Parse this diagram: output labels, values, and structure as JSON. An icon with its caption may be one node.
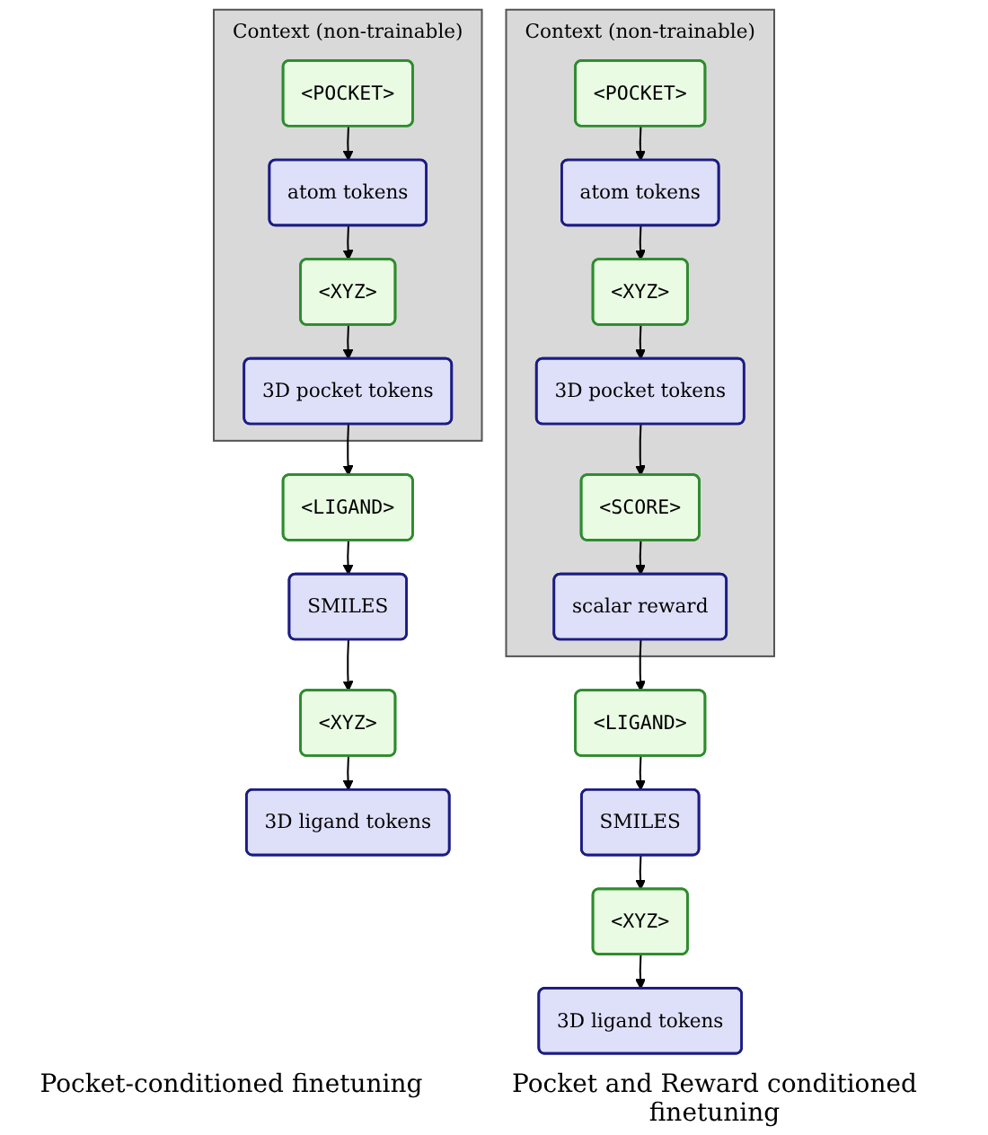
{
  "diagram": {
    "nodes": [
      {
        "text": [
          "Context (non-trainable)"
        ]
      },
      {
        "text": [
          "<POCKET>"
        ],
        "in": 0
      },
      {
        "text": [
          "atom tokens"
        ],
        "in": 0
      },
      {
        "text": [
          "<XYZ>"
        ],
        "in": 0
      },
      {
        "text": [
          "3D pocket tokens"
        ],
        "in": 0
      },
      {
        "text": [
          "<LIGAND>"
        ]
      },
      {
        "text": [
          "SMILES"
        ]
      },
      {
        "text": [
          "<XYZ>"
        ]
      },
      {
        "text": [
          "3D ligand tokens"
        ]
      },
      {
        "text": [
          "Context (non-trainable)"
        ]
      },
      {
        "text": [
          "<POCKET>"
        ],
        "in": 9
      },
      {
        "text": [
          "atom tokens"
        ],
        "in": 9
      },
      {
        "text": [
          "<XYZ>"
        ],
        "in": 9
      },
      {
        "text": [
          "3D pocket tokens"
        ],
        "in": 9
      },
      {
        "text": [
          "<SCORE>"
        ],
        "in": 9
      },
      {
        "text": [
          "scalar reward"
        ],
        "in": 9
      },
      {
        "text": [
          "<LIGAND>"
        ]
      },
      {
        "text": [
          "SMILES"
        ]
      },
      {
        "text": [
          "<XYZ>"
        ]
      },
      {
        "text": [
          "3D ligand tokens"
        ]
      }
    ],
    "edges": [
      {
        "from": 1,
        "to": 2,
        "arrow": "to"
      },
      {
        "from": 2,
        "to": 3,
        "arrow": "to"
      },
      {
        "from": 3,
        "to": 4,
        "arrow": "to"
      },
      {
        "from": 4,
        "to": 5,
        "arrow": "to"
      },
      {
        "from": 5,
        "to": 6,
        "arrow": "to"
      },
      {
        "from": 6,
        "to": 7,
        "arrow": "to"
      },
      {
        "from": 7,
        "to": 8,
        "arrow": "to"
      },
      {
        "from": 10,
        "to": 11,
        "arrow": "to"
      },
      {
        "from": 11,
        "to": 12,
        "arrow": "to"
      },
      {
        "from": 12,
        "to": 13,
        "arrow": "to"
      },
      {
        "from": 13,
        "to": 14,
        "arrow": "to"
      },
      {
        "from": 14,
        "to": 15,
        "arrow": "to"
      },
      {
        "from": 15,
        "to": 16,
        "arrow": "to"
      },
      {
        "from": 16,
        "to": 17,
        "arrow": "to"
      },
      {
        "from": 17,
        "to": 18,
        "arrow": "to"
      },
      {
        "from": 18,
        "to": 19,
        "arrow": "to"
      }
    ],
    "labels": [
      "Pocket-conditioned finetuning",
      "Pocket and Reward conditioned finetuning"
    ]
  }
}
